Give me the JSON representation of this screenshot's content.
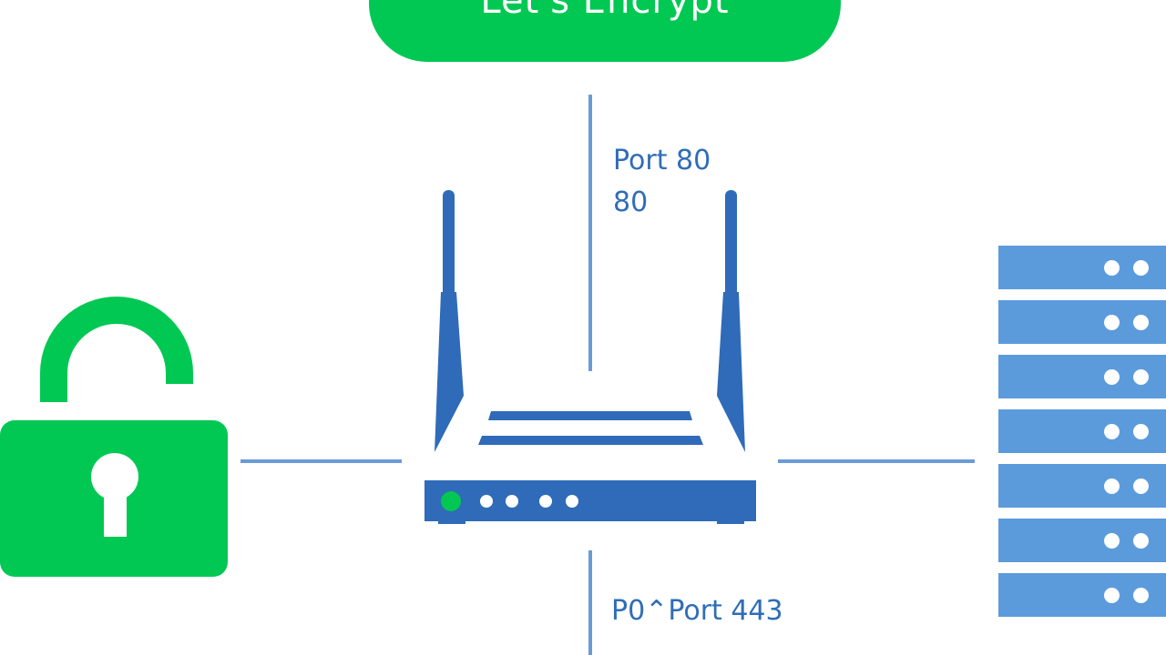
{
  "banner": {
    "text": "Let's Encrypt",
    "color": "#00c853"
  },
  "labels": {
    "port_80": "Port 80",
    "eighty": "80",
    "port_443": "P0⌃Port 443",
    "color": "#2f6db8"
  },
  "colors": {
    "lock_green": "#00c853",
    "router_blue": "#2f6bb8",
    "rack_blue": "#5b9bdc",
    "line_blue": "#6a9bd6",
    "indicator_green": "#00c853"
  },
  "icons": {
    "lock": "padlock-icon",
    "router": "router-icon",
    "server": "server-rack-icon"
  },
  "server_rack": {
    "units": 7
  }
}
